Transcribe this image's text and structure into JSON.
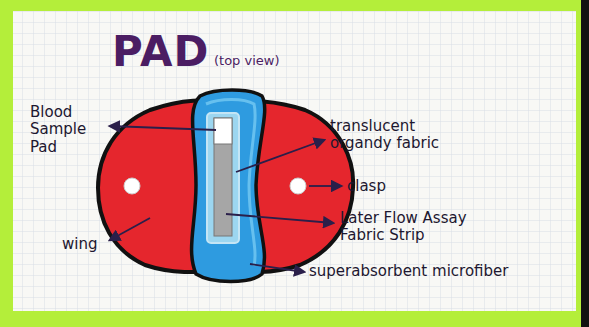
{
  "diagram": {
    "title": "PAD",
    "labels": [
      "(top view)",
      "Blood Sample Pad",
      "translucent organdy fabric",
      "clasp",
      "Later Flow Assay Fabric Strip",
      "wing",
      "superabsorbent microfiber"
    ]
  }
}
